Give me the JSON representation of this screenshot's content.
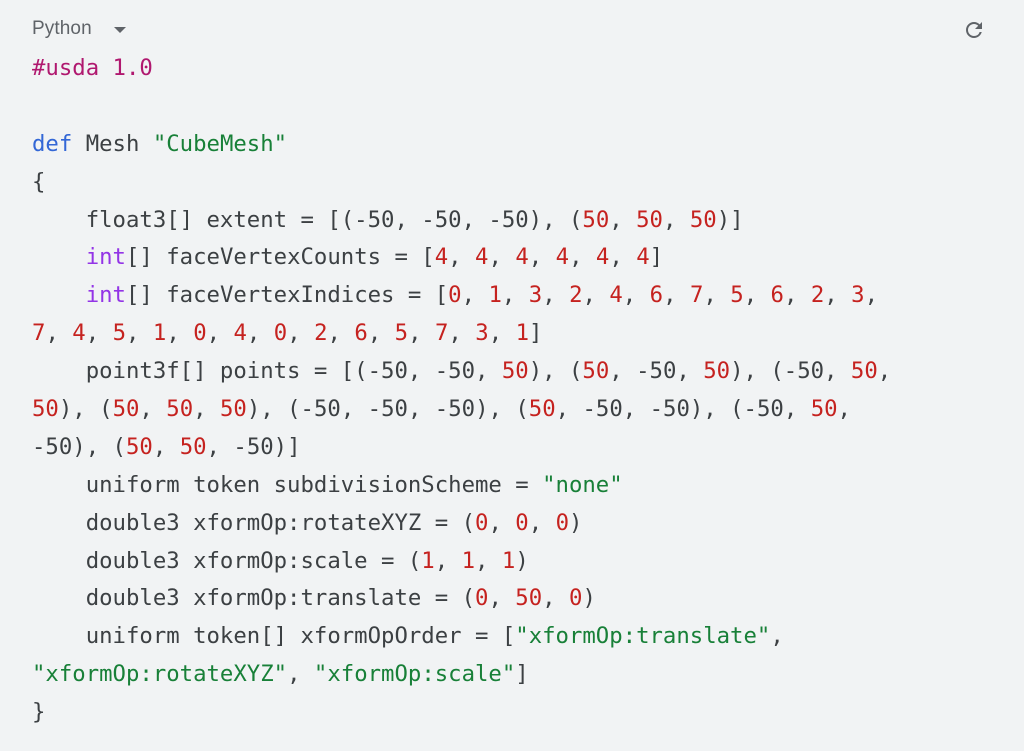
{
  "toolbar": {
    "language": "Python",
    "reset_icon": "refresh-icon"
  },
  "code_lines": [
    [
      {
        "t": "pre",
        "v": "#usda 1.0"
      }
    ],
    [],
    [
      {
        "t": "kw",
        "v": "def"
      },
      {
        "t": "plain",
        "v": " Mesh "
      },
      {
        "t": "str",
        "v": "\"CubeMesh\""
      }
    ],
    [
      {
        "t": "plain",
        "v": "{"
      }
    ],
    [
      {
        "t": "plain",
        "v": "    float3[] extent = [(-50, -50, -50), ("
      },
      {
        "t": "num",
        "v": "50"
      },
      {
        "t": "plain",
        "v": ", "
      },
      {
        "t": "num",
        "v": "50"
      },
      {
        "t": "plain",
        "v": ", "
      },
      {
        "t": "num",
        "v": "50"
      },
      {
        "t": "plain",
        "v": ")]"
      }
    ],
    [
      {
        "t": "plain",
        "v": "    "
      },
      {
        "t": "type",
        "v": "int"
      },
      {
        "t": "plain",
        "v": "[] faceVertexCounts = ["
      },
      {
        "t": "num",
        "v": "4"
      },
      {
        "t": "plain",
        "v": ", "
      },
      {
        "t": "num",
        "v": "4"
      },
      {
        "t": "plain",
        "v": ", "
      },
      {
        "t": "num",
        "v": "4"
      },
      {
        "t": "plain",
        "v": ", "
      },
      {
        "t": "num",
        "v": "4"
      },
      {
        "t": "plain",
        "v": ", "
      },
      {
        "t": "num",
        "v": "4"
      },
      {
        "t": "plain",
        "v": ", "
      },
      {
        "t": "num",
        "v": "4"
      },
      {
        "t": "plain",
        "v": "]"
      }
    ],
    [
      {
        "t": "plain",
        "v": "    "
      },
      {
        "t": "type",
        "v": "int"
      },
      {
        "t": "plain",
        "v": "[] faceVertexIndices = ["
      },
      {
        "t": "num",
        "v": "0"
      },
      {
        "t": "plain",
        "v": ", "
      },
      {
        "t": "num",
        "v": "1"
      },
      {
        "t": "plain",
        "v": ", "
      },
      {
        "t": "num",
        "v": "3"
      },
      {
        "t": "plain",
        "v": ", "
      },
      {
        "t": "num",
        "v": "2"
      },
      {
        "t": "plain",
        "v": ", "
      },
      {
        "t": "num",
        "v": "4"
      },
      {
        "t": "plain",
        "v": ", "
      },
      {
        "t": "num",
        "v": "6"
      },
      {
        "t": "plain",
        "v": ", "
      },
      {
        "t": "num",
        "v": "7"
      },
      {
        "t": "plain",
        "v": ", "
      },
      {
        "t": "num",
        "v": "5"
      },
      {
        "t": "plain",
        "v": ", "
      },
      {
        "t": "num",
        "v": "6"
      },
      {
        "t": "plain",
        "v": ", "
      },
      {
        "t": "num",
        "v": "2"
      },
      {
        "t": "plain",
        "v": ", "
      },
      {
        "t": "num",
        "v": "3"
      },
      {
        "t": "plain",
        "v": ","
      }
    ],
    [
      {
        "t": "num",
        "v": "7"
      },
      {
        "t": "plain",
        "v": ", "
      },
      {
        "t": "num",
        "v": "4"
      },
      {
        "t": "plain",
        "v": ", "
      },
      {
        "t": "num",
        "v": "5"
      },
      {
        "t": "plain",
        "v": ", "
      },
      {
        "t": "num",
        "v": "1"
      },
      {
        "t": "plain",
        "v": ", "
      },
      {
        "t": "num",
        "v": "0"
      },
      {
        "t": "plain",
        "v": ", "
      },
      {
        "t": "num",
        "v": "4"
      },
      {
        "t": "plain",
        "v": ", "
      },
      {
        "t": "num",
        "v": "0"
      },
      {
        "t": "plain",
        "v": ", "
      },
      {
        "t": "num",
        "v": "2"
      },
      {
        "t": "plain",
        "v": ", "
      },
      {
        "t": "num",
        "v": "6"
      },
      {
        "t": "plain",
        "v": ", "
      },
      {
        "t": "num",
        "v": "5"
      },
      {
        "t": "plain",
        "v": ", "
      },
      {
        "t": "num",
        "v": "7"
      },
      {
        "t": "plain",
        "v": ", "
      },
      {
        "t": "num",
        "v": "3"
      },
      {
        "t": "plain",
        "v": ", "
      },
      {
        "t": "num",
        "v": "1"
      },
      {
        "t": "plain",
        "v": "]"
      }
    ],
    [
      {
        "t": "plain",
        "v": "    point3f[] points = [(-50, -50, "
      },
      {
        "t": "num",
        "v": "50"
      },
      {
        "t": "plain",
        "v": "), ("
      },
      {
        "t": "num",
        "v": "50"
      },
      {
        "t": "plain",
        "v": ", -50, "
      },
      {
        "t": "num",
        "v": "50"
      },
      {
        "t": "plain",
        "v": "), (-50, "
      },
      {
        "t": "num",
        "v": "50"
      },
      {
        "t": "plain",
        "v": ","
      }
    ],
    [
      {
        "t": "num",
        "v": "50"
      },
      {
        "t": "plain",
        "v": "), ("
      },
      {
        "t": "num",
        "v": "50"
      },
      {
        "t": "plain",
        "v": ", "
      },
      {
        "t": "num",
        "v": "50"
      },
      {
        "t": "plain",
        "v": ", "
      },
      {
        "t": "num",
        "v": "50"
      },
      {
        "t": "plain",
        "v": "), (-50, -50, -50), ("
      },
      {
        "t": "num",
        "v": "50"
      },
      {
        "t": "plain",
        "v": ", -50, -50), (-50, "
      },
      {
        "t": "num",
        "v": "50"
      },
      {
        "t": "plain",
        "v": ","
      }
    ],
    [
      {
        "t": "plain",
        "v": "-50), ("
      },
      {
        "t": "num",
        "v": "50"
      },
      {
        "t": "plain",
        "v": ", "
      },
      {
        "t": "num",
        "v": "50"
      },
      {
        "t": "plain",
        "v": ", -50)]"
      }
    ],
    [
      {
        "t": "plain",
        "v": "    uniform token subdivisionScheme = "
      },
      {
        "t": "str",
        "v": "\"none\""
      }
    ],
    [
      {
        "t": "plain",
        "v": "    double3 xformOp:rotateXYZ = ("
      },
      {
        "t": "num",
        "v": "0"
      },
      {
        "t": "plain",
        "v": ", "
      },
      {
        "t": "num",
        "v": "0"
      },
      {
        "t": "plain",
        "v": ", "
      },
      {
        "t": "num",
        "v": "0"
      },
      {
        "t": "plain",
        "v": ")"
      }
    ],
    [
      {
        "t": "plain",
        "v": "    double3 xformOp:scale = ("
      },
      {
        "t": "num",
        "v": "1"
      },
      {
        "t": "plain",
        "v": ", "
      },
      {
        "t": "num",
        "v": "1"
      },
      {
        "t": "plain",
        "v": ", "
      },
      {
        "t": "num",
        "v": "1"
      },
      {
        "t": "plain",
        "v": ")"
      }
    ],
    [
      {
        "t": "plain",
        "v": "    double3 xformOp:translate = ("
      },
      {
        "t": "num",
        "v": "0"
      },
      {
        "t": "plain",
        "v": ", "
      },
      {
        "t": "num",
        "v": "50"
      },
      {
        "t": "plain",
        "v": ", "
      },
      {
        "t": "num",
        "v": "0"
      },
      {
        "t": "plain",
        "v": ")"
      }
    ],
    [
      {
        "t": "plain",
        "v": "    uniform token[] xformOpOrder = ["
      },
      {
        "t": "str",
        "v": "\"xformOp:translate\""
      },
      {
        "t": "plain",
        "v": ","
      }
    ],
    [
      {
        "t": "str",
        "v": "\"xformOp:rotateXYZ\""
      },
      {
        "t": "plain",
        "v": ", "
      },
      {
        "t": "str",
        "v": "\"xformOp:scale\""
      },
      {
        "t": "plain",
        "v": "]"
      }
    ],
    [
      {
        "t": "plain",
        "v": "}"
      }
    ]
  ],
  "colors": {
    "background": "#f1f3f4",
    "plain": "#3c4043",
    "preprocessor": "#b0186f",
    "keyword": "#3367d6",
    "type": "#9334e6",
    "string": "#188038",
    "number": "#c5221f"
  }
}
